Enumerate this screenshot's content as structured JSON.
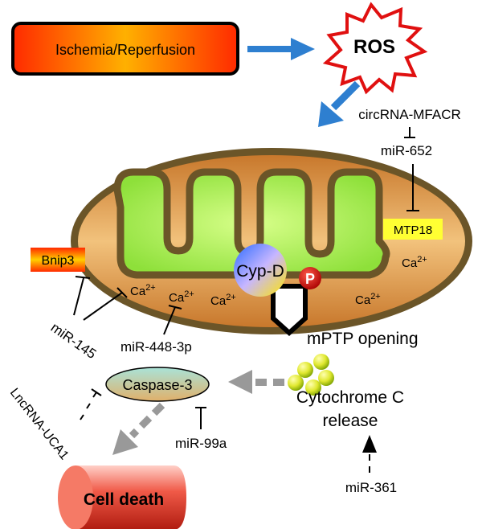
{
  "diagram": {
    "ischemia": "Ischemia/Reperfusion",
    "ros": "ROS",
    "circrna": "circRNA-MFACR",
    "mir652": "miR-652",
    "mtp18": "MTP18",
    "bnip3": "Bnip3",
    "mir145": "miR-145",
    "mir448": "miR-448-3p",
    "cypd": "Cyp-D",
    "phospho": "P",
    "ca": "Ca",
    "ca_sup": "2+",
    "mptp": "mPTP opening",
    "caspase": "Caspase-3",
    "cytochrome_line1": "Cytochrome C",
    "cytochrome_line2": "release",
    "lncrna": "LncRNA-UCA1",
    "mir99a": "miR-99a",
    "mir361": "miR-361",
    "celldeath": "Cell death"
  },
  "colors": {
    "arrow_blue": "#2e7fd0",
    "membrane_outer": "#6b5528",
    "membrane_fill": "#d89a4e",
    "matrix_green": "#a6ee52",
    "gray_arrow": "#999999",
    "yellow_label": "#ffff33"
  }
}
